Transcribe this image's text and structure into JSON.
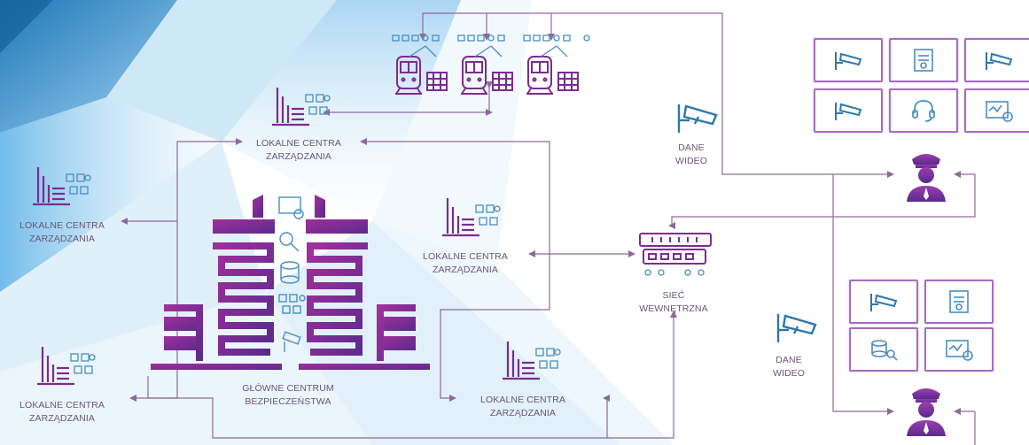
{
  "labels": {
    "lcz_top": [
      "LOKALNE CENTRA",
      "ZARZĄDZANIA"
    ],
    "lcz_left": [
      "LOKALNE CENTRA",
      "ZARZĄDZANIA"
    ],
    "lcz_mid": [
      "LOKALNE CENTRA",
      "ZARZĄDZANIA"
    ],
    "lcz_bottom_left": [
      "LOKALNE CENTRA",
      "ZARZĄDZANIA"
    ],
    "lcz_bottom_mid": [
      "LOKALNE CENTRA",
      "ZARZĄDZANIA"
    ],
    "main_center": [
      "GŁÓWNE CENTRUM",
      "BEZPIECZEŃSTWA"
    ],
    "dane_wideo_top": [
      "DANE",
      "WIDEO"
    ],
    "dane_wideo_bottom": [
      "DANE",
      "WIDEO"
    ],
    "siec": [
      "SIEĆ",
      "WEWNĘTRZNA"
    ]
  },
  "colors": {
    "primary": "#7b2d8e",
    "accent": "#9b3fb0",
    "line": "#8e6a98",
    "camera": "#2d77a8",
    "background_blue": "#4aa3dc"
  },
  "icons": {
    "train": "train-icon",
    "building": "building-icon",
    "camera": "cctv-camera-icon",
    "guard": "security-guard-icon",
    "network_switch": "network-switch-icon",
    "headset": "headset-icon",
    "report": "report-icon",
    "magnifier": "magnifier-icon",
    "database": "database-icon"
  }
}
